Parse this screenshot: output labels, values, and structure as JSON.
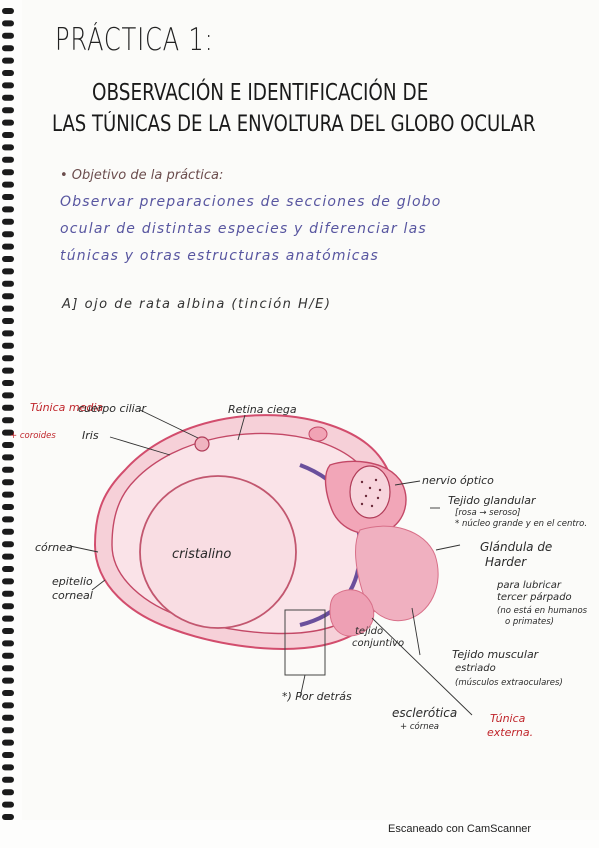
{
  "page": {
    "title": "PRÁCTICA 1:",
    "subtitle_line1": "OBSERVACIÓN E IDENTIFICACIÓN DE",
    "subtitle_line2": "LAS TÚNICAS DE LA ENVOLTURA DEL GLOBO OCULAR",
    "objective_heading": "• Objetivo de la práctica:",
    "objective_lines": [
      "Observar preparaciones de secciones de globo",
      "ocular de distintas especies y diferenciar las",
      "túnicas y otras estructuras anatómicas"
    ],
    "section_a": "A] ojo de rata albina (tinción H/E)"
  },
  "diagram": {
    "tunica_media": "Túnica media",
    "coroides": "+ coroides",
    "cuerpo_ciliar": "cuerpo ciliar",
    "iris": "Iris",
    "retina_ciega": "Retina ciega",
    "cornea": "córnea",
    "epitelio_line1": "epitelio",
    "epitelio_line2": "corneal",
    "cristalino": "cristalino",
    "nervio_optico": "nervio óptico",
    "tejido_glandular": "Tejido glandular",
    "rosa_seroso": "[rosa → seroso]",
    "nucleo_note": "* núcleo grande y en el centro.",
    "glandula_harder_1": "Glándula de",
    "glandula_harder_2": "Harder",
    "lubricar_1": "para lubricar",
    "lubricar_2": "tercer párpado",
    "lubricar_3": "(no está en humanos",
    "lubricar_4": "o primates)",
    "tejido_conjuntivo_1": "tejido",
    "tejido_conjuntivo_2": "conjuntivo",
    "musculo_1": "Tejido muscular",
    "musculo_2": "estriado",
    "musculo_3": "(músculos extraoculares)",
    "por_detras": "*) Por detrás",
    "esclerotica": "esclerótica",
    "cornea_plus": "+ córnea",
    "tunica_externa_1": "Túnica",
    "tunica_externa_2": "externa."
  },
  "footer": "Escaneado con CamScanner",
  "colors": {
    "ink": "#222222",
    "purple_ink": "#5856a0",
    "red_ink": "#c0262c",
    "tissue_pink": "#f0b4c0",
    "tissue_dark": "#d9607e"
  }
}
